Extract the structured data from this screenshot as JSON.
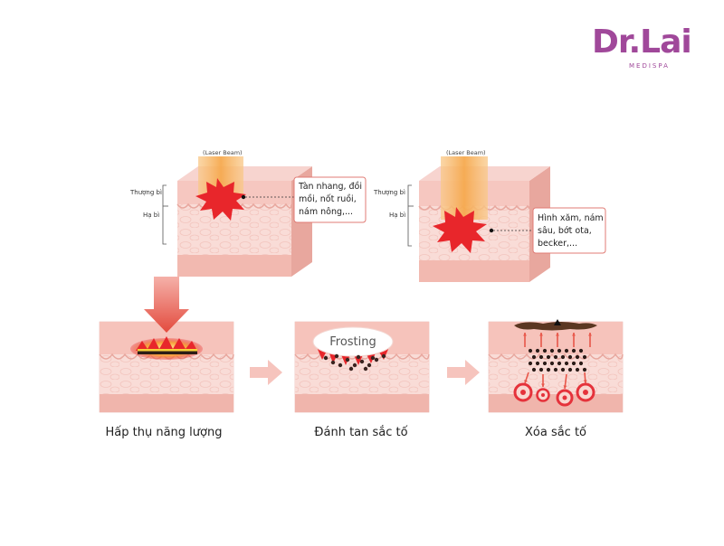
{
  "brand": {
    "name": "Dr.Lai",
    "sub": "MEDISPA",
    "color": "#a0489a"
  },
  "top_left": {
    "beam_label": "(Laser Beam)",
    "layer_upper": "Thượng bì",
    "layer_lower": "Hạ bì",
    "callout_lines": [
      "Tàn nhang, đồi",
      "mồi, nốt ruồi,",
      "nám nông,..."
    ]
  },
  "top_right": {
    "beam_label": "(Laser Beam)",
    "layer_upper": "Thượng bì",
    "layer_lower": "Hạ bì",
    "callout_lines": [
      "Hình xăm, nám",
      "sâu, bớt ota,",
      "becker,..."
    ]
  },
  "steps": [
    {
      "caption": "Hấp thụ năng lượng"
    },
    {
      "caption": "Đánh tan sắc tố",
      "label": "Frosting"
    },
    {
      "caption": "Xóa sắc tố"
    }
  ],
  "colors": {
    "skin": "#f7d4cf",
    "skin_dark": "#efb9b1",
    "burst": "#e8262b",
    "beam": "#f7b45a",
    "arrow": "#e8574a",
    "flow_arrow": "#f6c4bd",
    "pigment": "#3a2420"
  }
}
